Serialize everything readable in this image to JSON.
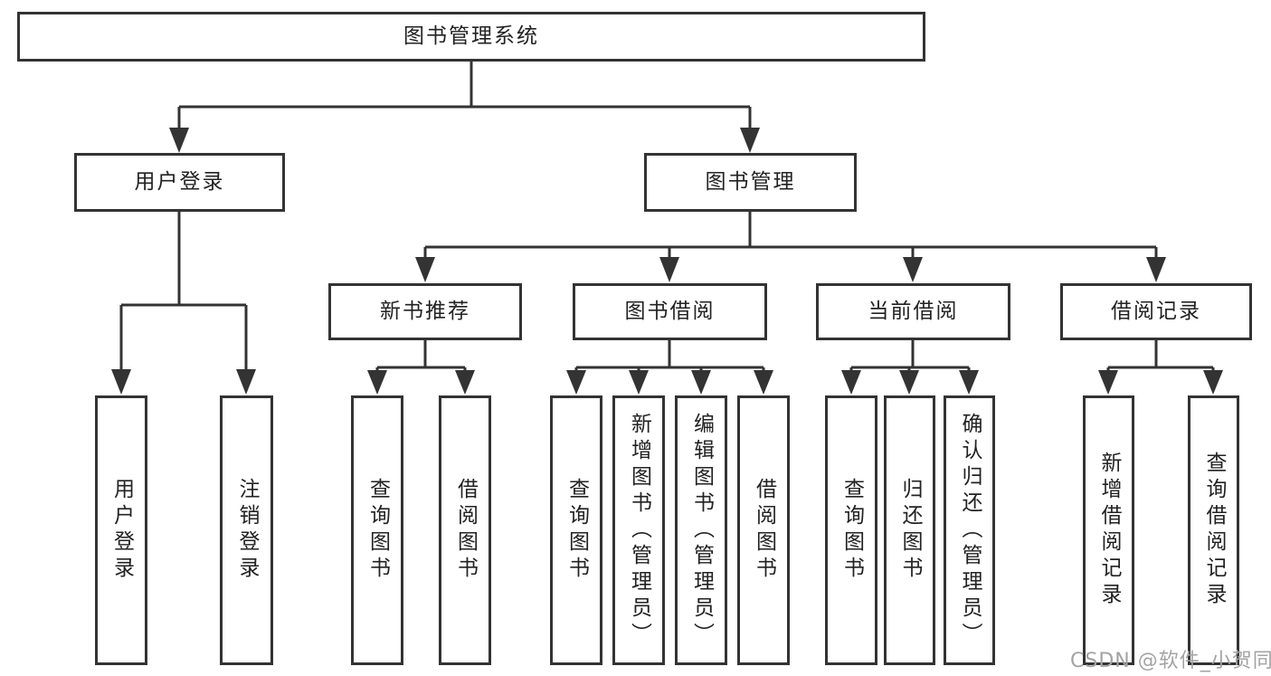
{
  "tree": {
    "label": "图书管理系统",
    "children": [
      {
        "label": "用户登录",
        "children": [
          {
            "label": "用户登录"
          },
          {
            "label": "注销登录"
          }
        ]
      },
      {
        "label": "图书管理",
        "children": [
          {
            "label": "新书推荐",
            "children": [
              {
                "label": "查询图书"
              },
              {
                "label": "借阅图书"
              }
            ]
          },
          {
            "label": "图书借阅",
            "children": [
              {
                "label": "查询图书"
              },
              {
                "label": "新增图书（管理员）"
              },
              {
                "label": "编辑图书（管理员）"
              },
              {
                "label": "借阅图书"
              }
            ]
          },
          {
            "label": "当前借阅",
            "children": [
              {
                "label": "查询图书"
              },
              {
                "label": "归还图书"
              },
              {
                "label": "确认归还（管理员）"
              }
            ]
          },
          {
            "label": "借阅记录",
            "children": [
              {
                "label": "新增借阅记录"
              },
              {
                "label": "查询借阅记录"
              }
            ]
          }
        ]
      }
    ]
  },
  "watermark": {
    "text": "CSDN @软件_小贺同学"
  },
  "colors": {
    "line": "#333333",
    "box-border": "#333333",
    "text": "#222222",
    "watermark": "#a3a3a3",
    "background": "#ffffff"
  }
}
